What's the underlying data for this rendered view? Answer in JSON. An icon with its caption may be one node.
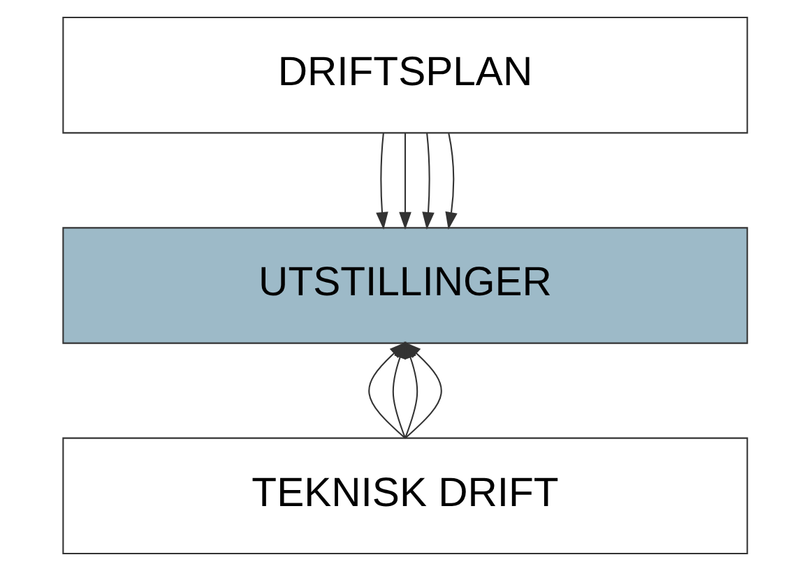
{
  "diagram": {
    "nodes": [
      {
        "text": [
          "DRIFTSPLAN"
        ]
      },
      {
        "text": [
          "UTSTILLINGER"
        ]
      },
      {
        "text": [
          "TEKNISK DRIFT"
        ]
      }
    ],
    "edges": [
      {
        "from": 0,
        "to": 1,
        "arrow": "to"
      },
      {
        "from": 0,
        "to": 1,
        "arrow": "to"
      },
      {
        "from": 0,
        "to": 1,
        "arrow": "to"
      },
      {
        "from": 0,
        "to": 1,
        "arrow": "to"
      },
      {
        "from": 2,
        "to": 1,
        "arrow": "to"
      },
      {
        "from": 2,
        "to": 1,
        "arrow": "to"
      },
      {
        "from": 2,
        "to": 1,
        "arrow": "to"
      },
      {
        "from": 2,
        "to": 1,
        "arrow": "to"
      }
    ]
  }
}
